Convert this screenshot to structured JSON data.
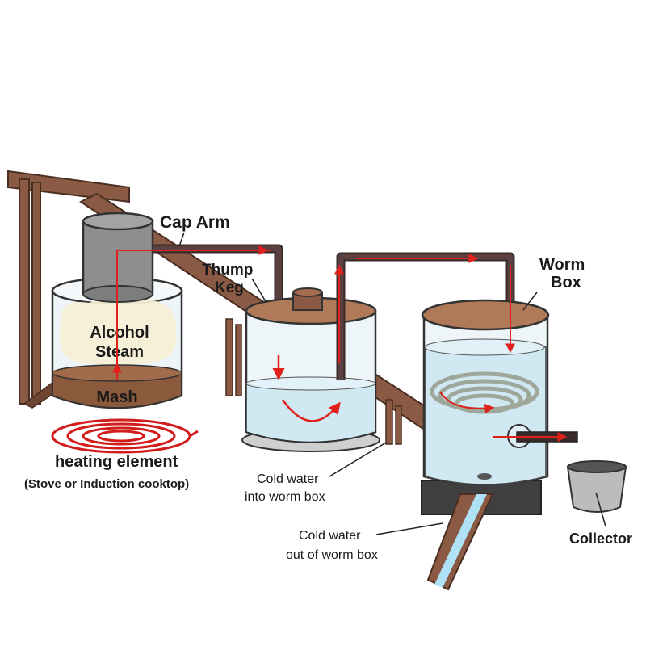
{
  "labels": {
    "cap_arm": "Cap Arm",
    "thump_keg_1": "Thump",
    "thump_keg_2": "Keg",
    "worm_box_1": "Worm",
    "worm_box_2": "Box",
    "alcohol_steam_1": "Alcohol",
    "alcohol_steam_2": "Steam",
    "mash": "Mash",
    "heating_element": "heating element",
    "heating_note": "(Stove or Induction cooktop)",
    "cold_in_1": "Cold water",
    "cold_in_2": "into worm box",
    "cold_out_1": "Cold water",
    "cold_out_2": "out of worm box",
    "collector": "Collector"
  },
  "colors": {
    "wood": "#8a5a44",
    "wood_dark": "#5e3a2a",
    "pipe": "#3a2a2a",
    "flow_arrow": "#e0201c",
    "water": "#cfe8f2",
    "glass": "#eef5f8",
    "metal": "#8e8e8e",
    "mash": "#8b5a3c"
  }
}
